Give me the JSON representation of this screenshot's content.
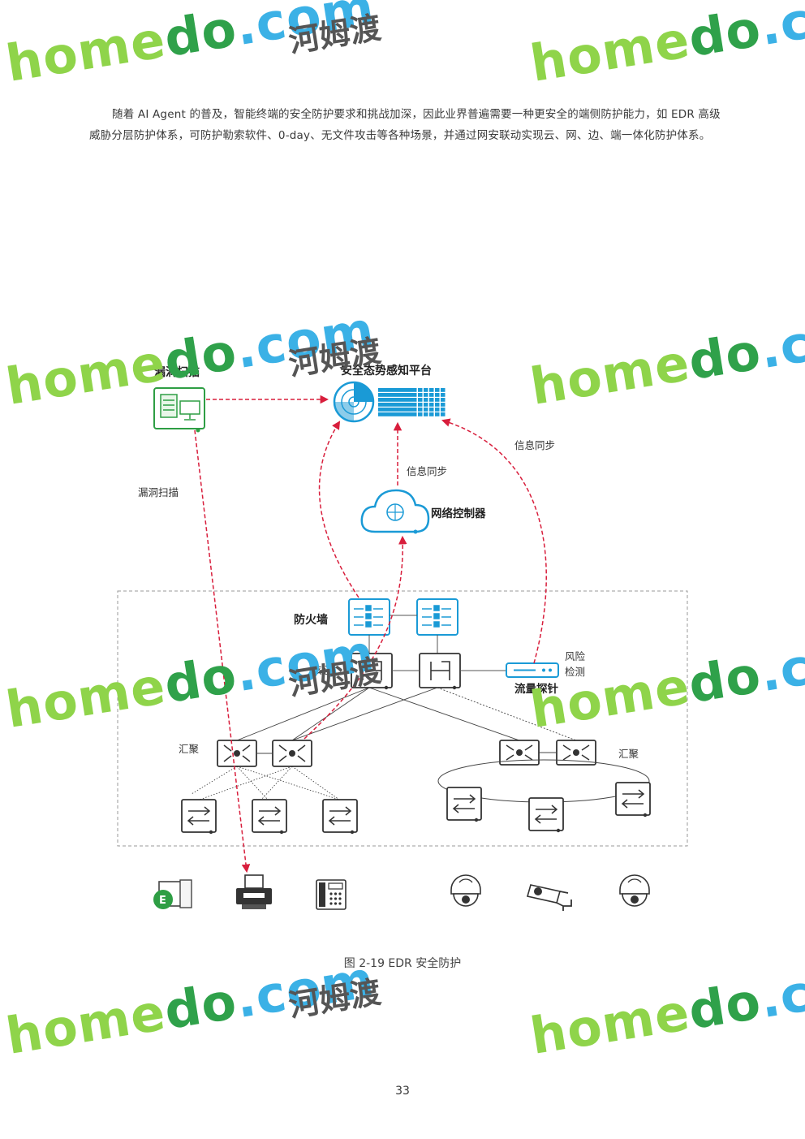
{
  "paragraph": "随着 AI Agent 的普及，智能终端的安全防护要求和挑战加深，因此业界普遍需要一种更安全的端侧防护能力，如 EDR 高级威胁分层防护体系，可防护勒索软件、0-day、无文件攻击等各种场景，并通过网安联动实现云、网、边、端一体化防护体系。",
  "diagram": {
    "vuln_scan_title": "漏洞扫描",
    "platform_title": "安全态势感知平台",
    "info_sync_left": "信息同步",
    "info_sync_right": "信息同步",
    "controller": "网络控制器",
    "vuln_scan_side": "漏洞扫描",
    "firewall": "防火墙",
    "core": "核心",
    "risk_detect_1": "风险",
    "risk_detect_2": "检测",
    "probe": "流量探针",
    "agg_left": "汇聚",
    "agg_right": "汇聚",
    "endpoint_badge": "E"
  },
  "colors": {
    "accent_blue": "#1a9ad6",
    "alert_red": "#d81e3c",
    "green": "#2e9e44"
  },
  "watermark": {
    "home": "home",
    "do": "do",
    "com": ".com",
    "cn": "河姆渡"
  },
  "caption": "图 2-19 EDR 安全防护",
  "page_number": "33"
}
